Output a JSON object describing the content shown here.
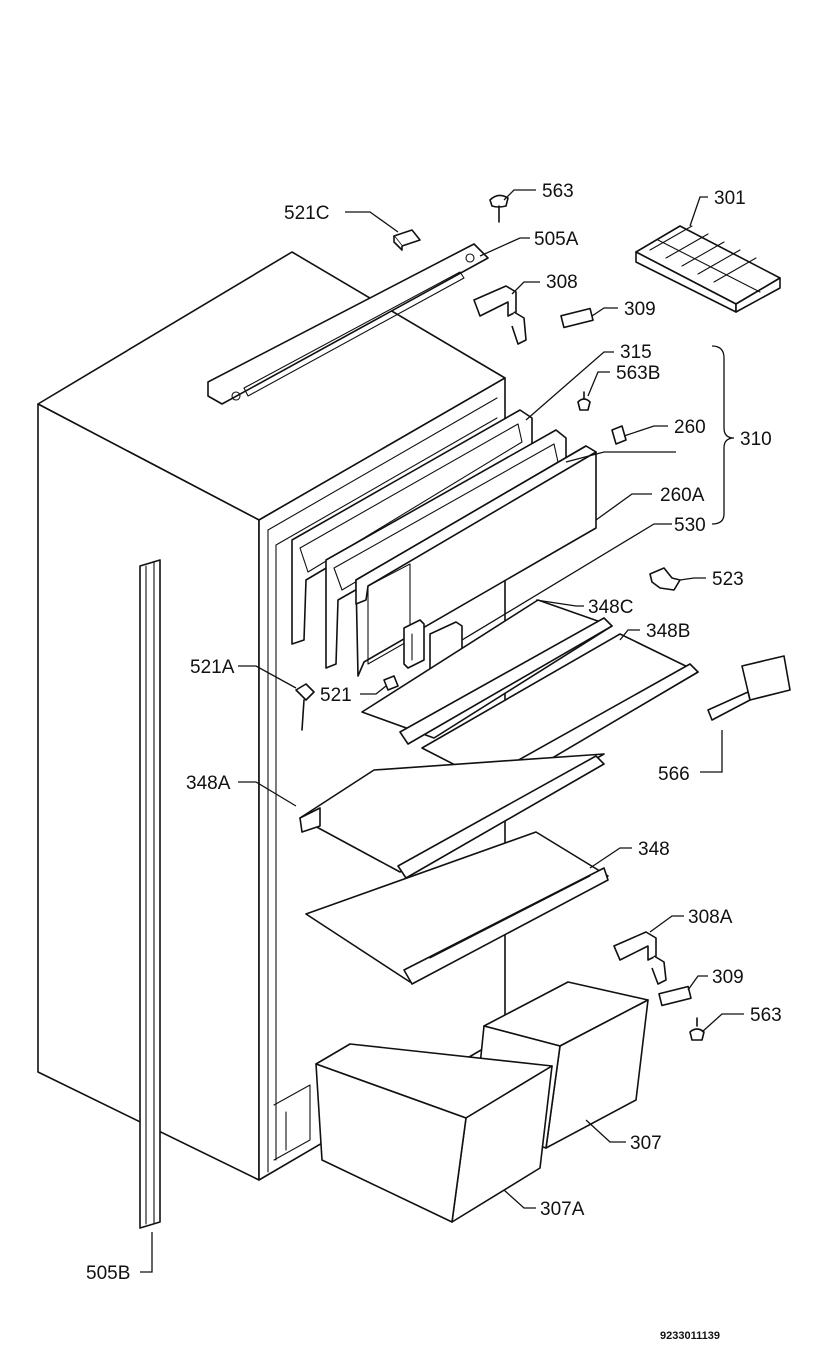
{
  "diagram": {
    "labels": {
      "l521c": "521C",
      "l563_top": "563",
      "l505a": "505A",
      "l301": "301",
      "l308": "308",
      "l309_top": "309",
      "l315": "315",
      "l563b": "563B",
      "l260": "260",
      "l310": "310",
      "l260a": "260A",
      "l530": "530",
      "l523": "523",
      "l348c": "348C",
      "l348b": "348B",
      "l521a": "521A",
      "l521": "521",
      "l566": "566",
      "l348a": "348A",
      "l348": "348",
      "l308a": "308A",
      "l309_bot": "309",
      "l563_bot": "563",
      "l307": "307",
      "l307a": "307A",
      "l505b": "505B"
    },
    "drawing_code": "9233011139"
  }
}
